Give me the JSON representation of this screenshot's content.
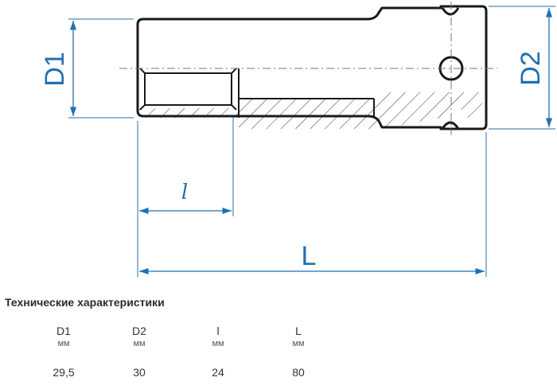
{
  "drawing": {
    "labels": {
      "d1": "D1",
      "d2": "D2",
      "l_small": "l",
      "l_total": "L"
    },
    "colors": {
      "dimension": "#1f6fb3",
      "outline": "#1a1a1a",
      "hatch": "#333333",
      "centerline": "#777777"
    }
  },
  "specs": {
    "title": "Технические характеристики",
    "columns": [
      {
        "name": "D1",
        "unit": "мм",
        "value": "29,5"
      },
      {
        "name": "D2",
        "unit": "мм",
        "value": "30"
      },
      {
        "name": "l",
        "unit": "мм",
        "value": "24"
      },
      {
        "name": "L",
        "unit": "мм",
        "value": "80"
      }
    ]
  }
}
